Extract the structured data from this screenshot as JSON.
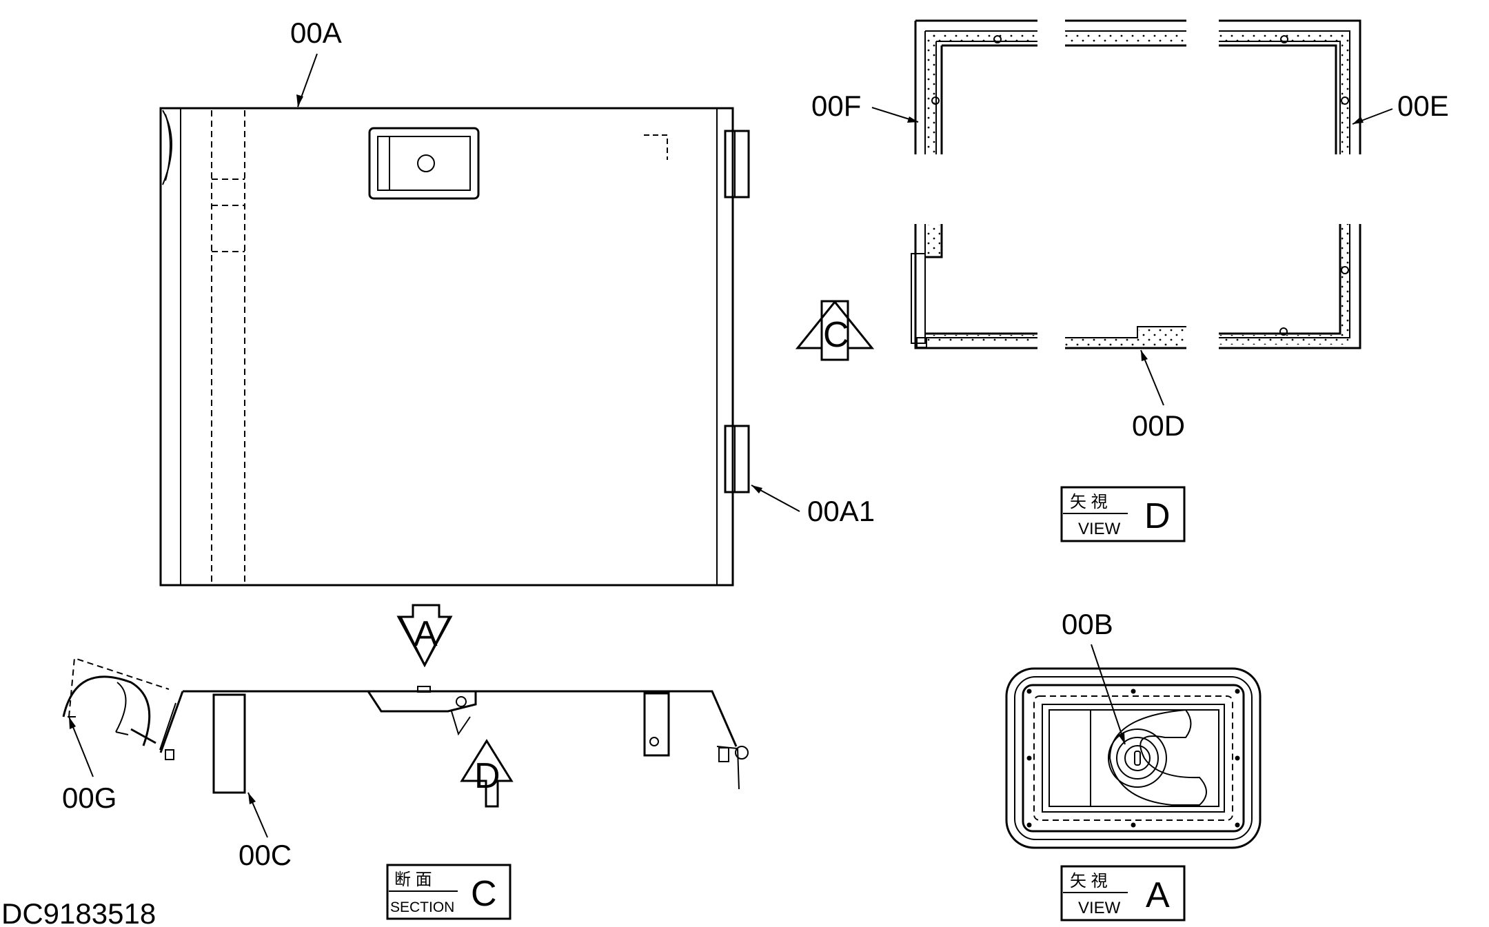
{
  "part_labels": {
    "a": "00A",
    "a1": "00A1",
    "b": "00B",
    "c": "00C",
    "d": "00D",
    "e": "00E",
    "f": "00F",
    "g": "00G"
  },
  "arrows": {
    "view_a": "A",
    "section_c": "C",
    "view_d": "D"
  },
  "title_boxes": {
    "section_c": {
      "kanji": "断 面",
      "english": "SECTION",
      "letter": "C"
    },
    "view_d": {
      "kanji": "矢 視",
      "english": "VIEW",
      "letter": "D"
    },
    "view_a": {
      "kanji": "矢 視",
      "english": "VIEW",
      "letter": "A"
    }
  },
  "drawing_number": "DC9183518"
}
